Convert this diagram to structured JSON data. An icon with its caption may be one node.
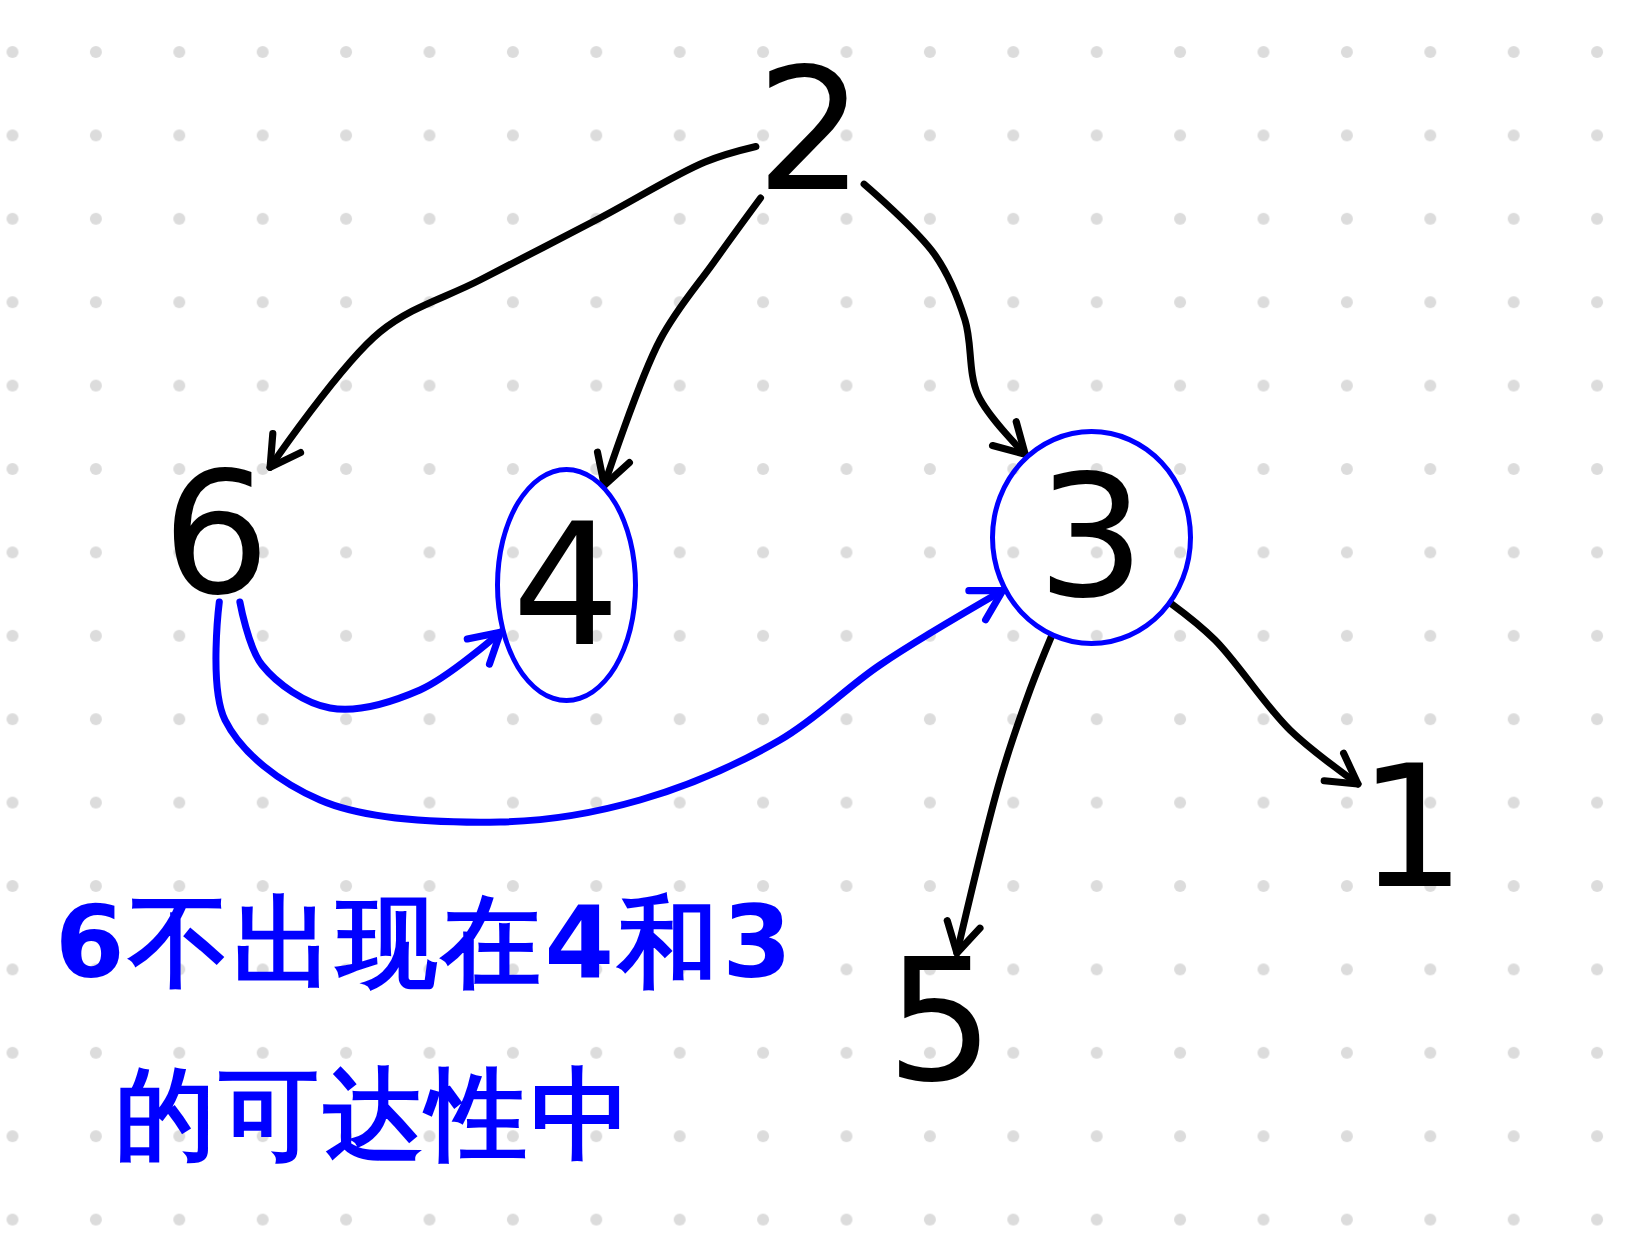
{
  "diagram": {
    "nodes": [
      {
        "text": [
          "2"
        ]
      },
      {
        "text": [
          "6"
        ]
      },
      {
        "text": [
          "4"
        ]
      },
      {
        "text": [
          "3"
        ]
      },
      {
        "text": [
          "5"
        ]
      },
      {
        "text": [
          "1"
        ]
      }
    ],
    "edges": [
      {
        "from": 0,
        "to": 1,
        "arrow": "to"
      },
      {
        "from": 0,
        "to": 2,
        "arrow": "to"
      },
      {
        "from": 0,
        "to": 3,
        "arrow": "to"
      },
      {
        "from": 3,
        "to": 4,
        "arrow": "to"
      },
      {
        "from": 3,
        "to": 5,
        "arrow": "to"
      },
      {
        "from": 1,
        "to": 2,
        "arrow": "to",
        "color": "#0000ff"
      },
      {
        "from": 1,
        "to": 3,
        "arrow": "to",
        "color": "#0000ff"
      }
    ],
    "labels": [
      "6不出现在4和3的可达性中"
    ]
  }
}
